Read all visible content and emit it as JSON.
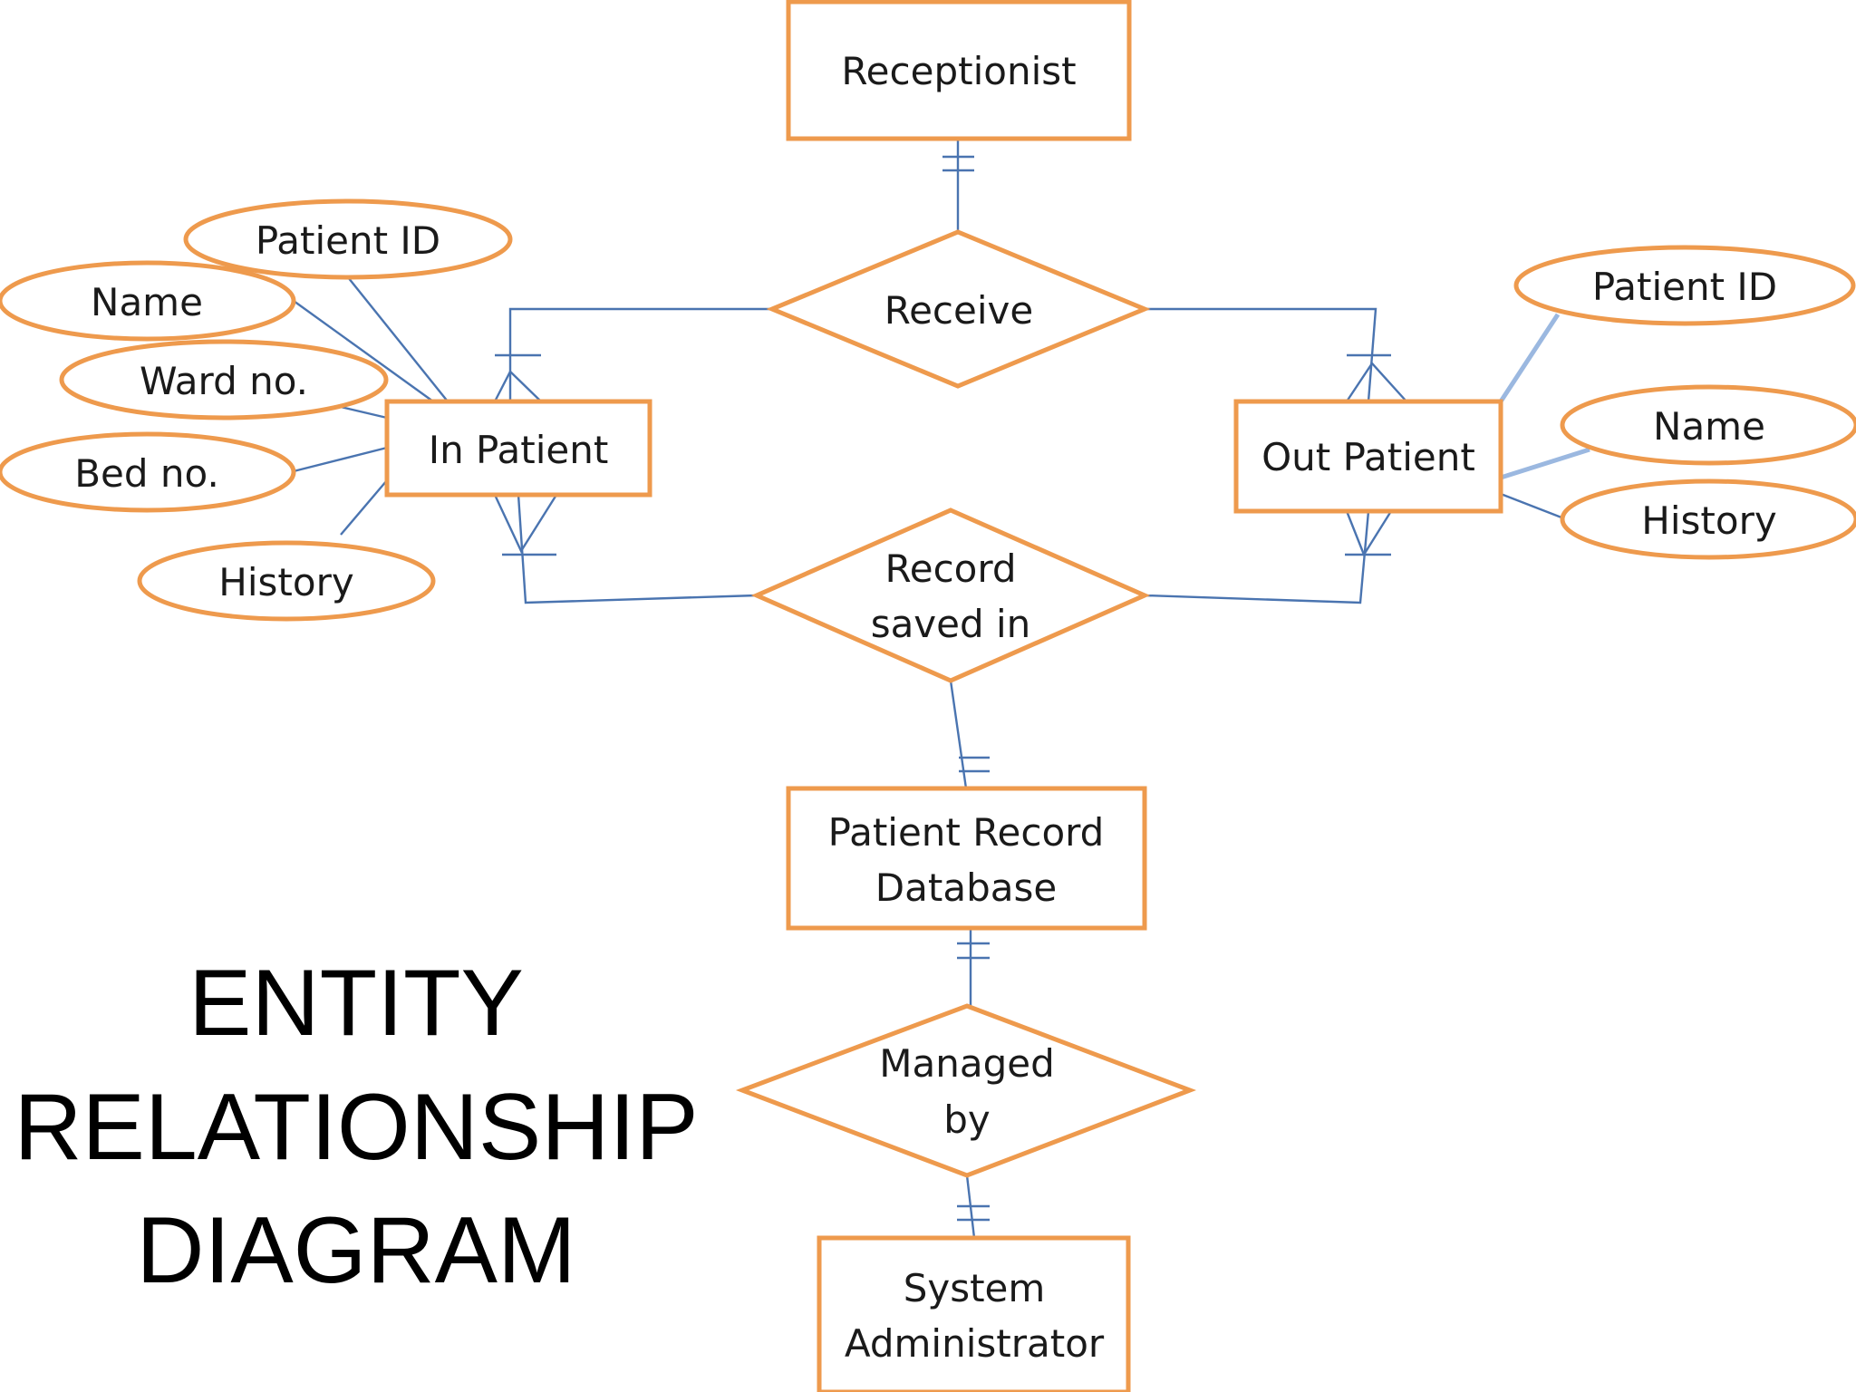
{
  "title": {
    "line1": "ENTITY",
    "line2": "RELATIONSHIP",
    "line3": "DIAGRAM"
  },
  "entities": {
    "receptionist": "Receptionist",
    "in_patient": "In Patient",
    "out_patient": "Out Patient",
    "patient_record_database": [
      "Patient Record",
      "Database"
    ],
    "system_administrator": [
      "System",
      "Administrator"
    ]
  },
  "relationships": {
    "receive": "Receive",
    "record_saved_in": [
      "Record",
      "saved in"
    ],
    "managed_by": [
      "Managed",
      "by"
    ]
  },
  "attributes": {
    "in_patient": [
      "Patient ID",
      "Name",
      "Ward no.",
      "Bed no.",
      "History"
    ],
    "out_patient": [
      "Patient ID",
      "Name",
      "History"
    ]
  },
  "colors": {
    "shape_border": "#ee9a4d",
    "connector": "#4a74b0",
    "connector_light": "#9bb8e0"
  }
}
